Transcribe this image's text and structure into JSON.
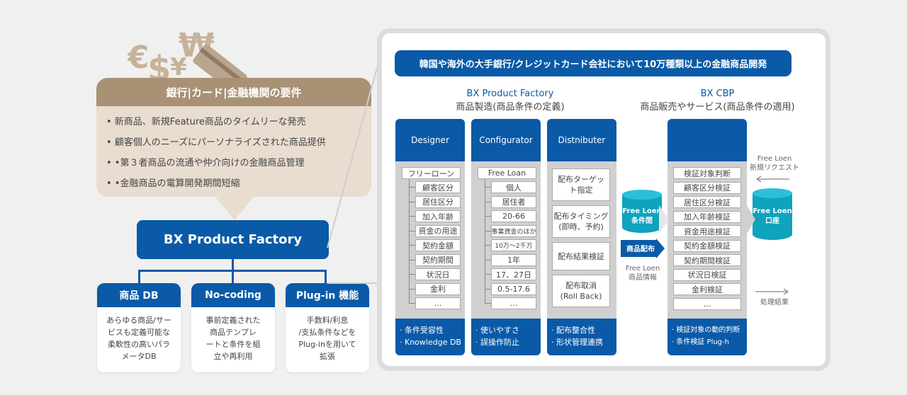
{
  "requirements": {
    "title": "銀行|カード|金融機関の要件",
    "items": [
      "•  新商品、新規Feature商品のタイムリーな発売",
      "•  顧客個人のニーズにパーソナライズされた商品提供",
      "•  •第３者商品の流通や仲介向けの金融商品管理",
      "•  •金融商品の電算開発期間短縮"
    ]
  },
  "hub": {
    "label": "BX Product Factory"
  },
  "features": [
    {
      "title": "商品 DB",
      "lines": [
        "あらゆる商品/サー",
        "ビスも定義可能な",
        "柔軟性の高いパラ",
        "メータDB"
      ]
    },
    {
      "title": "No-coding",
      "lines": [
        "事前定義された",
        "商品テンプレ",
        "ートと条件を組",
        "立や再利用"
      ]
    },
    {
      "title": "Plug-in 機能",
      "lines": [
        "手数料/利息",
        "/支払条件などを",
        "Plug-inを用いて",
        "拡張"
      ]
    }
  ],
  "banner": "韓国や海外の大手銀行/クレジットカード会社において10万種類以上の金融商品開発",
  "sections": {
    "factory": {
      "title": "BX Product Factory",
      "subtitle": "商品製造(商品条件の定義)"
    },
    "cbp": {
      "title": "BX CBP",
      "subtitle": "商品販売やサービス(商品条件の適用)"
    }
  },
  "columns": {
    "designer": {
      "title": "Designer",
      "root": "フリーローン",
      "items": [
        "顧客区分",
        "居住区分",
        "加入年齢",
        "資金の用途",
        "契約金額",
        "契約期間",
        "状況日",
        "金利",
        "..."
      ],
      "footer": [
        "· 条件受容性",
        "· Knowledge DB"
      ]
    },
    "configurator": {
      "title": "Configurator",
      "root": "Free Loan",
      "items": [
        "個人",
        "居住者",
        "20-66",
        "事業資金のほか",
        "10万～2千万",
        "1年",
        "17、27日",
        "0.5-17.6",
        "..."
      ],
      "footer": [
        "· 使いやすさ",
        "· 誤操作防止"
      ]
    },
    "distributer": {
      "title": "Distnibuter",
      "items": [
        [
          "配布ターゲッ",
          "ト指定"
        ],
        [
          "配布タイミング",
          "(即時、予約)"
        ],
        [
          "配布結果検証"
        ],
        [
          "配布取消",
          "(Roll Back)"
        ]
      ],
      "footer": [
        "· 配布整合性",
        "· 形状管理連携"
      ]
    },
    "cbp": {
      "title": "",
      "items": [
        "検証対象判断",
        "顧客区分検証",
        "居住区分検証",
        "加入年齢検証",
        "資金用途検証",
        "契約金額検証",
        "契約期間検証",
        "状況日検証",
        "金利検証",
        "..."
      ],
      "footer": [
        "· 検証対象の動的判断",
        "· 条件検証 Plug-h"
      ]
    }
  },
  "db_conditions": [
    "Free Loen",
    "条件間"
  ],
  "db_account": [
    "Free Loen",
    "口座"
  ],
  "distribute_label": "商品配布",
  "info_label": [
    "Free Loen",
    "商品情報"
  ],
  "request_label": [
    "Free Loen",
    "新規リクエスト"
  ],
  "result_label": "処理結果",
  "colors": {
    "primary": "#0a5aa8",
    "beige_header": "#a99175",
    "beige_body": "#e8ddcf",
    "db": "#0fa3bd"
  }
}
